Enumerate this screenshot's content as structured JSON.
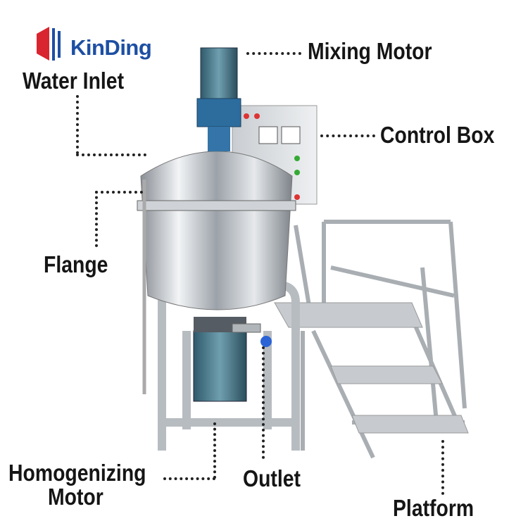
{
  "brand": {
    "name": "KinDing",
    "colors": {
      "blue": "#1d4fa3",
      "red": "#d9252f"
    }
  },
  "labels": {
    "mixing_motor": "Mixing Motor",
    "water_inlet": "Water Inlet",
    "control_box": "Control Box",
    "flange": "Flange",
    "homogenizing_motor_line1": "Homogenizing",
    "homogenizing_motor_line2": "Motor",
    "outlet": "Outlet",
    "platform": "Platform"
  }
}
